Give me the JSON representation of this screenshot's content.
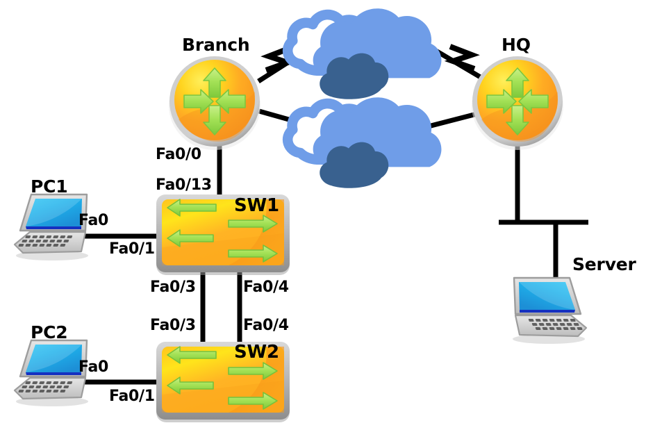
{
  "diagram": {
    "title": "Network topology diagram",
    "background_color": "#ffffff",
    "link_color": "#000000",
    "devices": {
      "branch_router": {
        "name": "Branch",
        "type": "router-icon",
        "label": "Branch"
      },
      "hq_router": {
        "name": "HQ",
        "type": "router-icon",
        "label": "HQ"
      },
      "switch1": {
        "name": "SW1",
        "type": "switch-icon",
        "label": "SW1"
      },
      "switch2": {
        "name": "SW2",
        "type": "switch-icon",
        "label": "SW2"
      },
      "pc1": {
        "name": "PC1",
        "type": "laptop-icon",
        "label": "PC1"
      },
      "pc2": {
        "name": "PC2",
        "type": "laptop-icon",
        "label": "PC2"
      },
      "server": {
        "name": "Server",
        "type": "laptop-icon",
        "label": "Server"
      },
      "cloud_top": {
        "name": "cloud-top",
        "type": "cloud-icon",
        "label": ""
      },
      "cloud_bottom": {
        "name": "cloud-bottom",
        "type": "cloud-icon",
        "label": ""
      }
    },
    "port_labels": {
      "branch_fa0_0": "Fa0/0",
      "sw1_fa0_13": "Fa0/13",
      "pc1_fa0": "Fa0",
      "sw1_fa0_1": "Fa0/1",
      "sw1_fa0_3": "Fa0/3",
      "sw1_fa0_4": "Fa0/4",
      "sw2_fa0_3": "Fa0/3",
      "sw2_fa0_4": "Fa0/4",
      "pc2_fa0": "Fa0",
      "sw2_fa0_1": "Fa0/1"
    },
    "links": [
      {
        "from": "Branch",
        "to": "cloud-top",
        "type": "serial",
        "marker": "lightning-bolt"
      },
      {
        "from": "cloud-top",
        "to": "HQ",
        "type": "serial",
        "marker": "lightning-bolt"
      },
      {
        "from": "Branch",
        "to": "cloud-bottom",
        "type": "serial",
        "marker": "none"
      },
      {
        "from": "cloud-bottom",
        "to": "HQ",
        "type": "serial",
        "marker": "none"
      },
      {
        "from": "Branch",
        "to": "SW1",
        "type": "ethernet",
        "from_port": "Fa0/0",
        "to_port": "Fa0/13"
      },
      {
        "from": "PC1",
        "to": "SW1",
        "type": "ethernet",
        "from_port": "Fa0",
        "to_port": "Fa0/1"
      },
      {
        "from": "SW1",
        "to": "SW2",
        "type": "ethernet",
        "from_port": "Fa0/3",
        "to_port": "Fa0/3"
      },
      {
        "from": "SW1",
        "to": "SW2",
        "type": "ethernet",
        "from_port": "Fa0/4",
        "to_port": "Fa0/4"
      },
      {
        "from": "PC2",
        "to": "SW2",
        "type": "ethernet",
        "from_port": "Fa0",
        "to_port": "Fa0/1"
      },
      {
        "from": "HQ",
        "to": "Server",
        "type": "ethernet"
      }
    ],
    "colors": {
      "device_orange_light": "#ffe000",
      "device_orange": "#ffa01e",
      "device_orange_deep": "#f58a13",
      "device_grey_border": "#b0b0b0",
      "arrow_green": "#a8e05a",
      "arrow_green_dark": "#76c13c",
      "cloud_blue": "#6f9de8",
      "cloud_blue_dark": "#39618f",
      "laptop_screen_blue": "#21b3ee",
      "laptop_body_grey": "#d6d6d6",
      "link_black": "#000000"
    }
  }
}
